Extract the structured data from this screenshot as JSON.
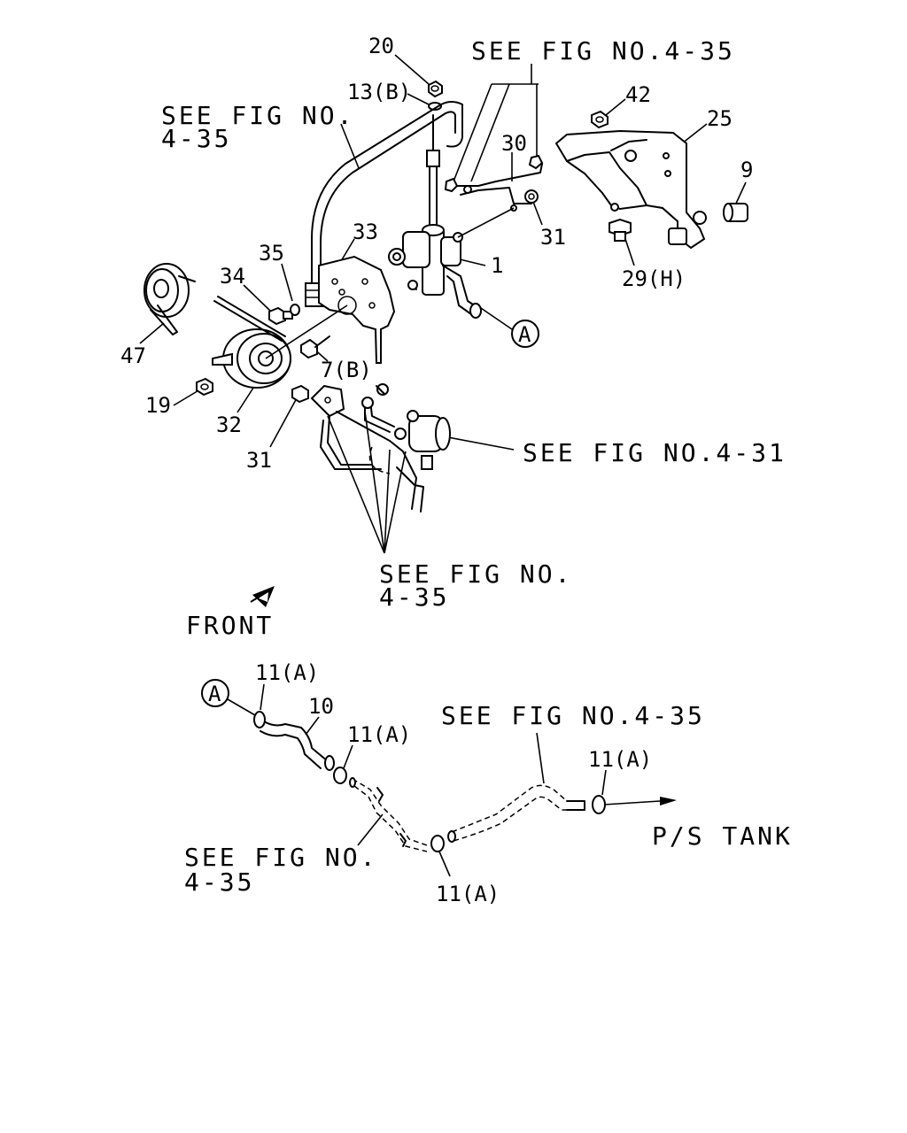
{
  "labels": {
    "p20": "20",
    "p13b": "13(B)",
    "p42": "42",
    "p25": "25",
    "p30": "30",
    "p9": "9",
    "p31a": "31",
    "p1": "1",
    "p29h": "29(H)",
    "p33": "33",
    "p35": "35",
    "p34": "34",
    "p47": "47",
    "p7b": "7(B)",
    "p19": "19",
    "p32": "32",
    "p31b": "31",
    "p10": "10",
    "p11a_1": "11(A)",
    "p11a_2": "11(A)",
    "p11a_3": "11(A)",
    "p11a_4": "11(A)",
    "callout_a_1": "A",
    "callout_a_2": "A"
  },
  "references": {
    "top_right": "SEE FIG NO.4-35",
    "top_left_line1": "SEE FIG NO.",
    "top_left_line2": "4-35",
    "mid_right": "SEE FIG NO.4-31",
    "center_line1": "SEE FIG NO.",
    "center_line2": "4-35",
    "lower_right": "SEE FIG NO.4-35",
    "lower_left_line1": "SEE FIG NO.",
    "lower_left_line2": "4-35"
  },
  "orientation": {
    "front": "FRONT"
  },
  "destination": {
    "tank": "P/S TANK"
  }
}
